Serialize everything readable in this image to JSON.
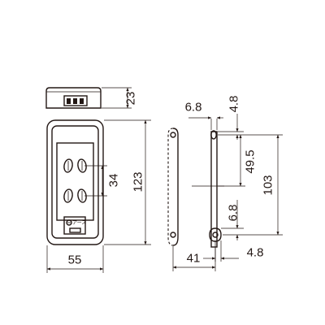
{
  "dimensions": {
    "height_top_view": "23",
    "overall_height": "123",
    "outlet_pitch": "34",
    "overall_width": "55",
    "slot_width": "6.8",
    "top_offset": "4.8",
    "upper_hole_span": "49.5",
    "mount_span": "103",
    "lower_slot_width": "6.8",
    "bottom_offset": "4.8",
    "side_depth": "41"
  },
  "earth_label": "アース"
}
